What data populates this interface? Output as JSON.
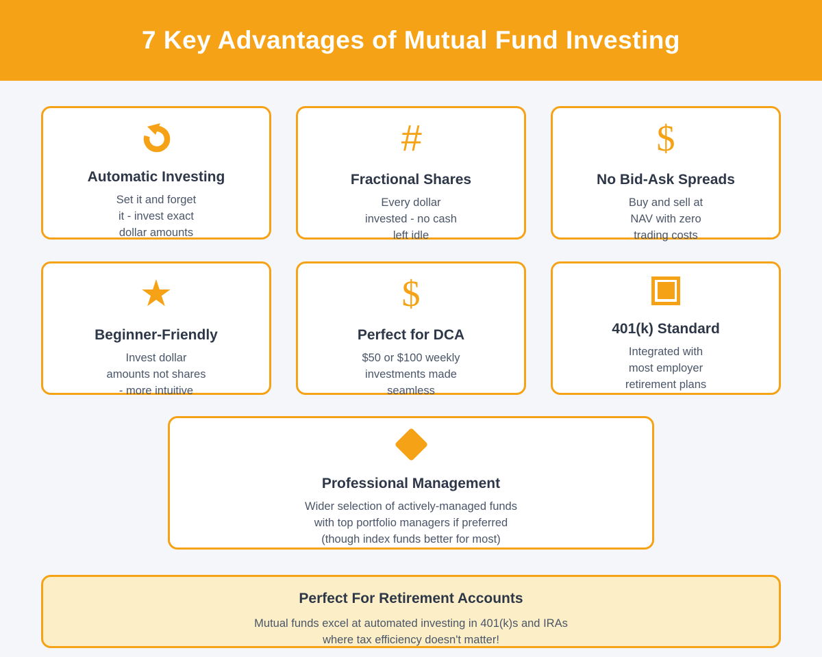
{
  "header": {
    "title": "7 Key Advantages of Mutual Fund Investing"
  },
  "cards": [
    {
      "icon": "refresh-icon",
      "title": "Automatic Investing",
      "lines": [
        "Set it and forget",
        "it - invest exact",
        "dollar amounts"
      ]
    },
    {
      "icon": "hash-icon",
      "glyph": "#",
      "title": "Fractional Shares",
      "lines": [
        "Every dollar",
        "invested - no cash",
        "left idle"
      ]
    },
    {
      "icon": "dollar-icon",
      "glyph": "$",
      "title": "No Bid-Ask Spreads",
      "lines": [
        "Buy and sell at",
        "NAV with zero",
        "trading costs"
      ]
    },
    {
      "icon": "star-icon",
      "glyph": "★",
      "title": "Beginner-Friendly",
      "lines": [
        "Invest dollar",
        "amounts not shares",
        "- more intuitive"
      ]
    },
    {
      "icon": "dollar-icon",
      "glyph": "$",
      "title": "Perfect for DCA",
      "lines": [
        "$50 or $100 weekly",
        "investments made",
        "seamless"
      ]
    },
    {
      "icon": "square-icon",
      "title": "401(k) Standard",
      "lines": [
        "Integrated with",
        "most employer",
        "retirement plans"
      ]
    }
  ],
  "wide_card": {
    "icon": "diamond-icon",
    "title": "Professional Management",
    "lines": [
      "Wider selection of actively-managed funds",
      "with top portfolio managers if preferred",
      "(though index funds better for most)"
    ]
  },
  "banner": {
    "title": "Perfect For Retirement Accounts",
    "lines": [
      "Mutual funds excel at automated investing in 401(k)s and IRAs",
      "where tax efficiency doesn't matter!"
    ]
  },
  "colors": {
    "accent_orange": "#F5A216",
    "banner_bg": "#FCEFC7",
    "heading_navy": "#2D3748",
    "body_slate": "#4A5568",
    "page_bg": "#F4F6FA",
    "card_bg": "#FFFFFF"
  }
}
